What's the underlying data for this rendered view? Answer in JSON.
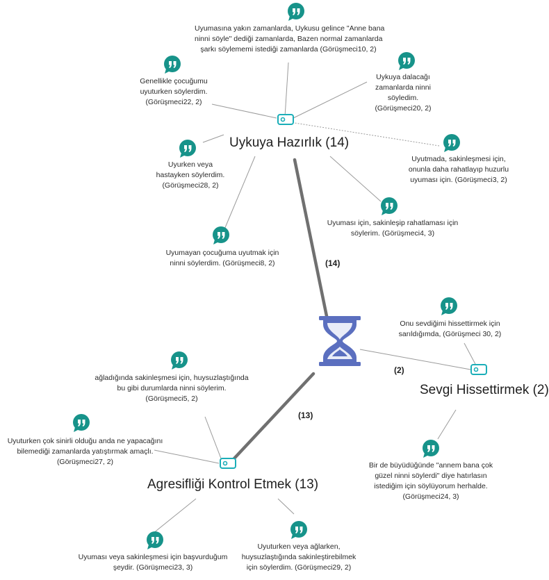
{
  "colors": {
    "quote": "#17938a",
    "tag": "#1aaeb8",
    "hourglass": "#5b6fbf",
    "thick_line": "#707070",
    "thin_line": "#9a9a9a"
  },
  "icons": {
    "quote": "quote-bubble-icon",
    "tag": "tag-icon",
    "center": "hourglass-icon"
  },
  "codes": {
    "uykuya": "Uykuya Hazırlık (14)",
    "sevgi": "Sevgi Hissettirmek (2)",
    "agresif": "Agresifliği Kontrol Etmek (13)"
  },
  "edges": {
    "uykuya": "(14)",
    "sevgi": "(2)",
    "agresif": "(13)"
  },
  "quotes": {
    "q10": [
      "Uyumasına yakın zamanlarda, Uykusu gelince \"Anne bana",
      "ninni söyle\" dediği zamanlarda, Bazen normal zamanlarda",
      "şarkı söylememi istediği zamanlarda (Görüşmeci10, 2)"
    ],
    "q22": [
      "Genellikle çocuğumu",
      "uyuturken söylerdim.",
      "(Görüşmeci22, 2)"
    ],
    "q20": [
      "Uykuya dalacağı",
      "zamanlarda ninni",
      "söyledim.",
      "(Görüşmeci20, 2)"
    ],
    "q28": [
      "Uyurken veya",
      "hastayken söylerdim.",
      "(Görüşmeci28, 2)"
    ],
    "q3": [
      "Uyutmada, sakinleşmesi için,",
      "onunla daha rahatlayıp huzurlu",
      "uyuması için. (Görüşmeci3, 2)"
    ],
    "q4": [
      "Uyuması için, sakinleşip rahatlaması için",
      "söylerim. (Görüşmeci4, 3)"
    ],
    "q8": [
      "Uyumayan çocuğuma uyutmak için",
      "ninni söylerdim. (Görüşmeci8, 2)"
    ],
    "q30": [
      "Onu sevdiğimi hissettirmek için",
      "sarıldığımda, (Görüşmeci 30, 2)"
    ],
    "q24": [
      "Bir de büyüdüğünde \"annem bana çok",
      "güzel ninni söylerdi\" diye hatırlasın",
      "istediğim için söylüyorum herhalde.",
      "(Görüşmeci24, 3)"
    ],
    "q5": [
      "ağladığında sakinleşmesi için, huysuzlaştığında",
      "bu gibi durumlarda ninni söylerim.",
      "(Görüşmeci5, 2)"
    ],
    "q27": [
      "Uyuturken çok sinirli olduğu anda ne yapacağını",
      "bilemediği zamanlarda yatıştırmak amaçlı.",
      "(Görüşmeci27, 2)"
    ],
    "q23": [
      "Uyuması veya sakinleşmesi için başvurduğum",
      "şeydir. (Görüşmeci23, 3)"
    ],
    "q29": [
      "Uyuturken veya ağlarken,",
      "huysuzlaştığında sakinleştirebilmek",
      "için söylerdim. (Görüşmeci29, 2)"
    ]
  }
}
